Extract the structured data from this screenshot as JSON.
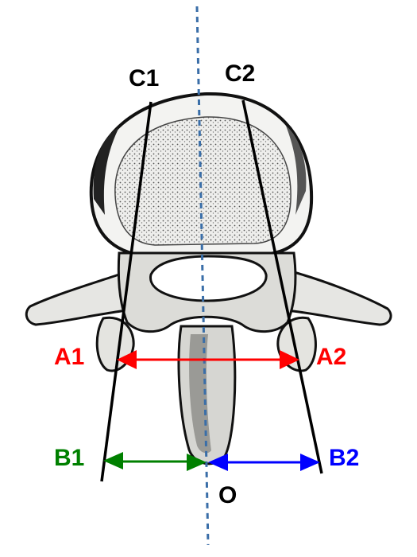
{
  "labels": {
    "c1": "C1",
    "c2": "C2",
    "a1": "A1",
    "a2": "A2",
    "b1": "B1",
    "b2": "B2",
    "o": "O"
  },
  "colors": {
    "a_arrow": "#ff0000",
    "b1_arrow": "#008000",
    "b2_arrow": "#0000ff",
    "midline": "#3a6ea8",
    "c_lines": "#000000",
    "bone_fill": "#e9e9e6",
    "bone_outline": "#1a1a1a"
  },
  "icons": {
    "vertebra": "lumbar-vertebra-axial-view"
  }
}
